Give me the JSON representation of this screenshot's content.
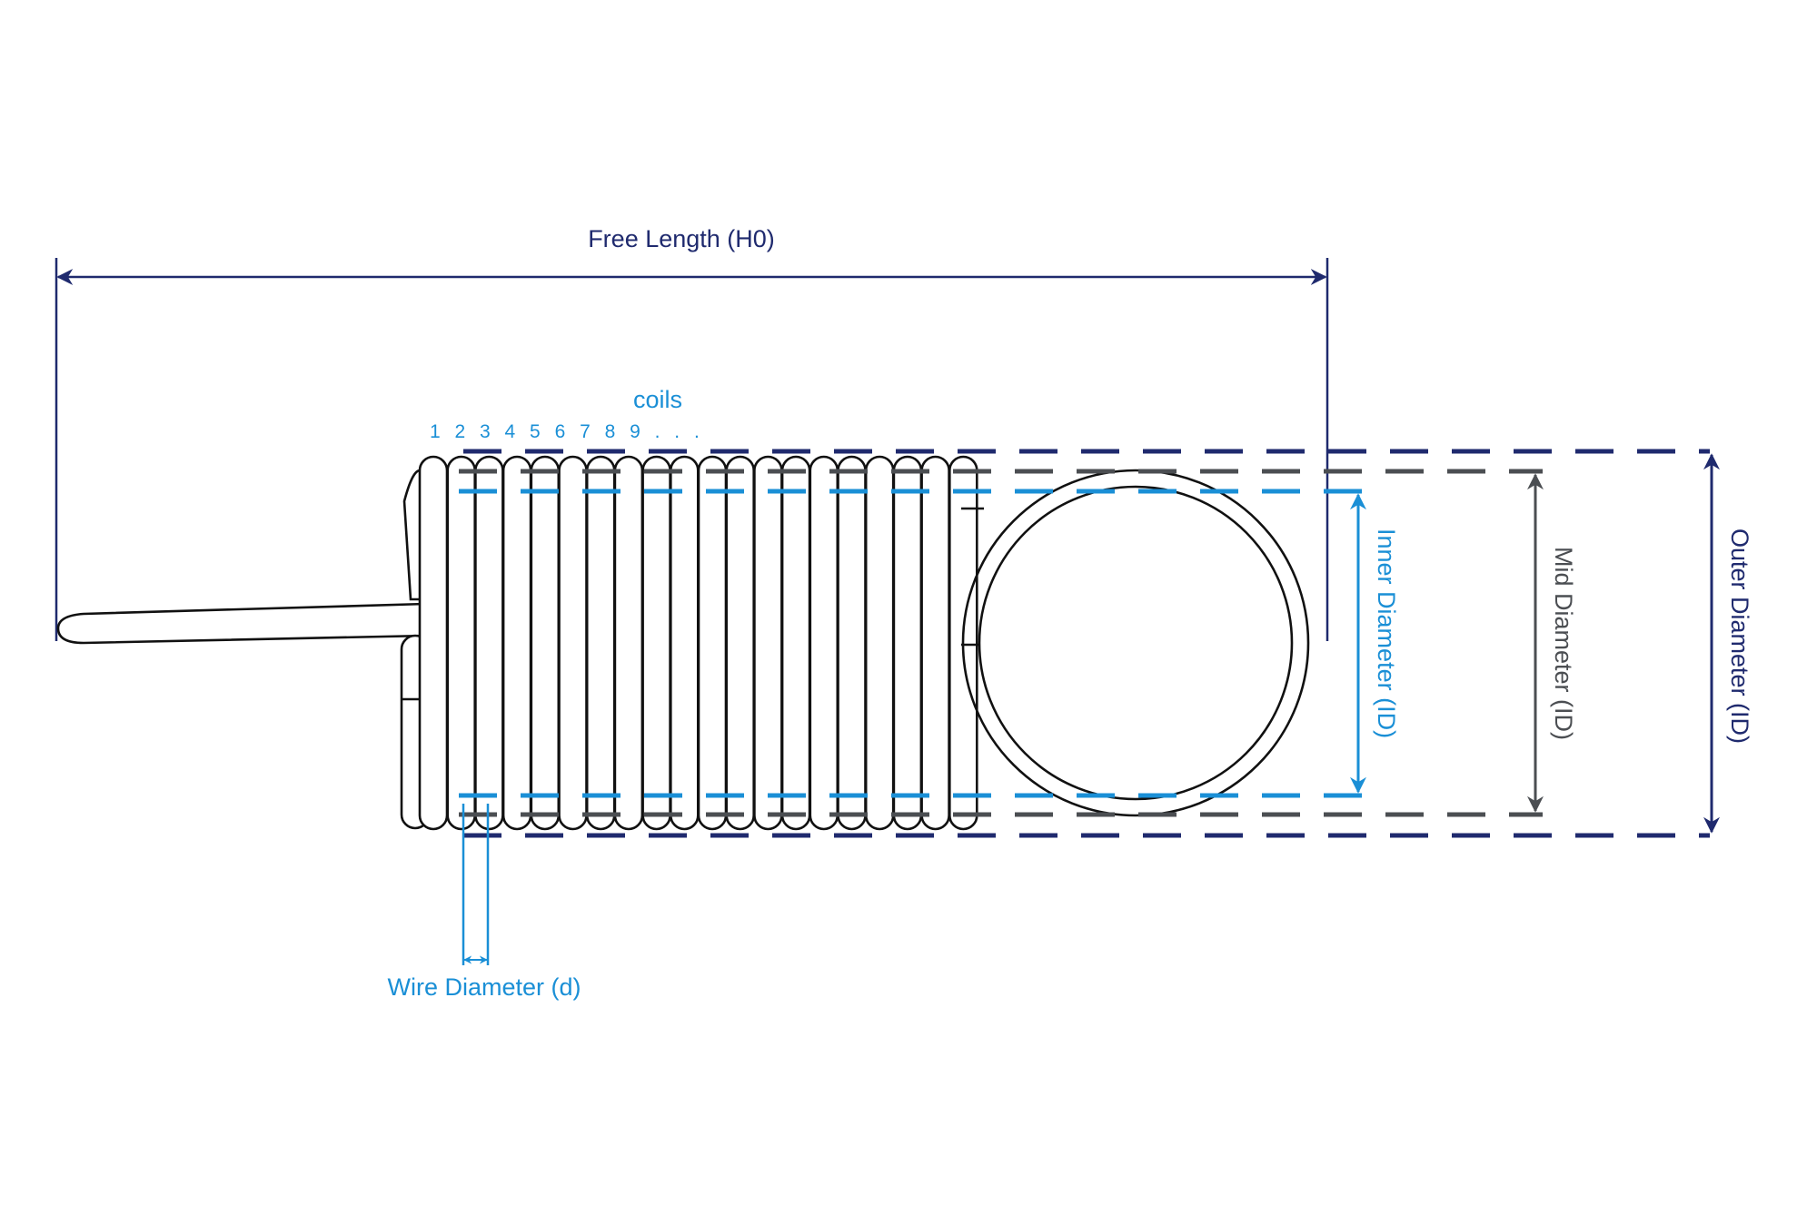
{
  "labels": {
    "free_length": "Free Length (H0)",
    "coils": "coils",
    "coil_numbers": "1 2 3 4 5 6 7 8 9 . . .",
    "inner_diameter": "Inner Diameter (ID)",
    "mid_diameter": "Mid Diameter (ID)",
    "outer_diameter": "Outer Diameter (ID)",
    "wire_diameter": "Wire Diameter (d)"
  },
  "colors": {
    "navy": "#1f2a6e",
    "blue": "#1a8fd6",
    "gray": "#4b4e52",
    "outline": "#111111"
  }
}
